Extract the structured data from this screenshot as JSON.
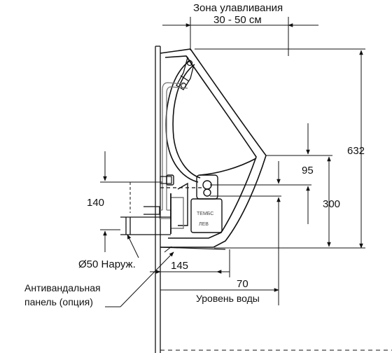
{
  "labels": {
    "zone_title": "Зона улавливания",
    "zone_range": "30 - 50 см",
    "height_total": "632",
    "dim_95": "95",
    "dim_300": "300",
    "dim_140": "140",
    "pipe_diameter": "Ø50 Наруж.",
    "dim_145": "145",
    "dim_70": "70",
    "vandal_panel_line1": "Антивандальная",
    "vandal_panel_line2": "панель (опция)",
    "water_level": "Уровень воды",
    "valve_mark_1": "ТЕМБС",
    "valve_mark_2": "ЛЕВ"
  },
  "colors": {
    "line": "#111111",
    "gray_line": "#777777"
  }
}
